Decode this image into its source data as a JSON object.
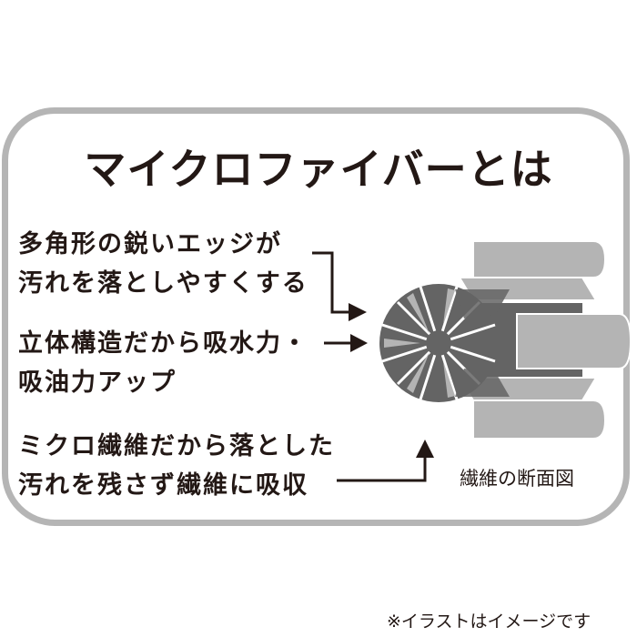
{
  "title": "マイクロファイバーとは",
  "features": [
    {
      "lines": [
        "多角形の鋭いエッジが",
        "汚れを落としやすくする"
      ]
    },
    {
      "lines": [
        "立体構造だから吸水力・",
        "吸油力アップ"
      ]
    },
    {
      "lines": [
        "ミクロ繊維だから落とした",
        "汚れを残さず繊維に吸収"
      ]
    }
  ],
  "illustration": {
    "caption": "繊維の断面図",
    "icon": "fiber-cross-section-illustration"
  },
  "footnote": "※イラストはイメージです",
  "colors": {
    "text": "#231815",
    "border": "#b5b5b5",
    "fiber_dark": "#646464",
    "fiber_light": "#b4b4b4"
  }
}
